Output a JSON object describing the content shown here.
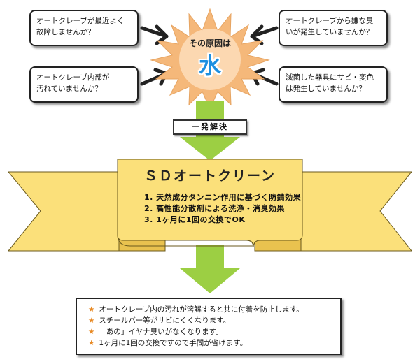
{
  "bubbles": {
    "top_left": {
      "line1": "オートクレーブが最近よく",
      "line2": "故障しませんか？"
    },
    "top_right": {
      "line1": "オートクレーブから嫌な臭",
      "line2": "いが発生していませんか？"
    },
    "bottom_left": {
      "line1": "オートクレーブ内部が",
      "line2": "汚れていませんか？"
    },
    "bottom_right": {
      "line1": "滅菌した器具にサビ・変色",
      "line2": "は発生していませんか？"
    }
  },
  "burst": {
    "caption": "その原因は",
    "keyword": "水"
  },
  "solve_label": "一発解決",
  "product": {
    "name": "ＳＤオートクリーン",
    "benefits": [
      "1. 天然成分タンニン作用に基づく防錆効果",
      "2. 高性能分散剤による洗浄・消臭効果",
      "3. 1ヶ月に1回の交換でOK"
    ]
  },
  "results": [
    "オートクレーブ内の汚れが溶解すると共に付着を防止します。",
    "スチールバー等がサビにくくなります。",
    "「あの」イヤナ臭いがなくなります。",
    "1ヶ月に1回の交換ですので手間が省けます。"
  ],
  "colors": {
    "burst_fill": "#f5b87a",
    "burst_core": "#fde3c4",
    "keyword": "#1d8fe0",
    "arrow_green": "#9ccf43",
    "banner_fill": "#fbe07a",
    "banner_fold": "#e9c24f",
    "star": "#e88a25"
  },
  "icons": {
    "result_bullet": "star-icon"
  }
}
